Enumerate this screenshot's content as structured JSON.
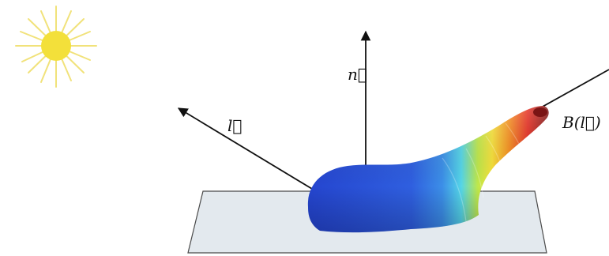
{
  "labels": {
    "light_vector": "l⃗",
    "normal_vector": "n⃗",
    "brdf": "B(l⃗)"
  },
  "colors": {
    "sun": "#f3e03a",
    "sun_rays": "#f1e27a",
    "surface_fill": "#e3e9ee",
    "lobe_blue": "#2a4fd6",
    "lobe_peak": "#7a1414",
    "arrow": "#111111"
  },
  "icons": {
    "sun": "sun-icon"
  }
}
